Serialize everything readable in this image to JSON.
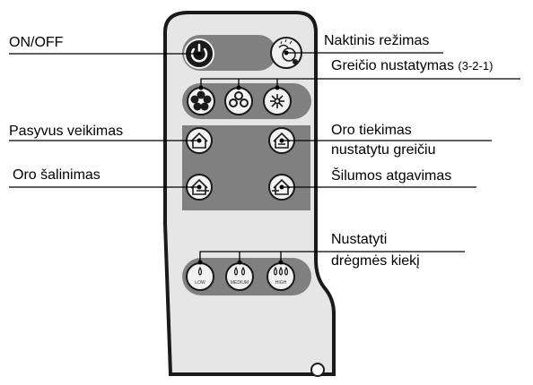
{
  "labels": {
    "on_off": "ON/OFF",
    "night_mode": "Naktinis režimas",
    "speed_setting": "Greičio nustatymas",
    "speed_setting_sub": "(3-2-1)",
    "passive_mode": "Pasyvus veikimas",
    "air_supply_line1": "Oro tiekimas",
    "air_supply_line2": "nustatytu greičiu",
    "air_extraction": "Oro šalinimas",
    "heat_recovery": "Šilumos atgavimas",
    "humidity_line1": "Nustatyti",
    "humidity_line2": "drėgmės kiekį"
  },
  "humidity_buttons": {
    "low": "LOW",
    "medium": "MEDIUM",
    "high": "HIGH"
  },
  "colors": {
    "remote_body": "#e6e6e6",
    "remote_outline": "#1a1a1a",
    "panel_gray": "#808080",
    "button_face": "#f2f2f2",
    "power_button": "#1a1a1a"
  }
}
